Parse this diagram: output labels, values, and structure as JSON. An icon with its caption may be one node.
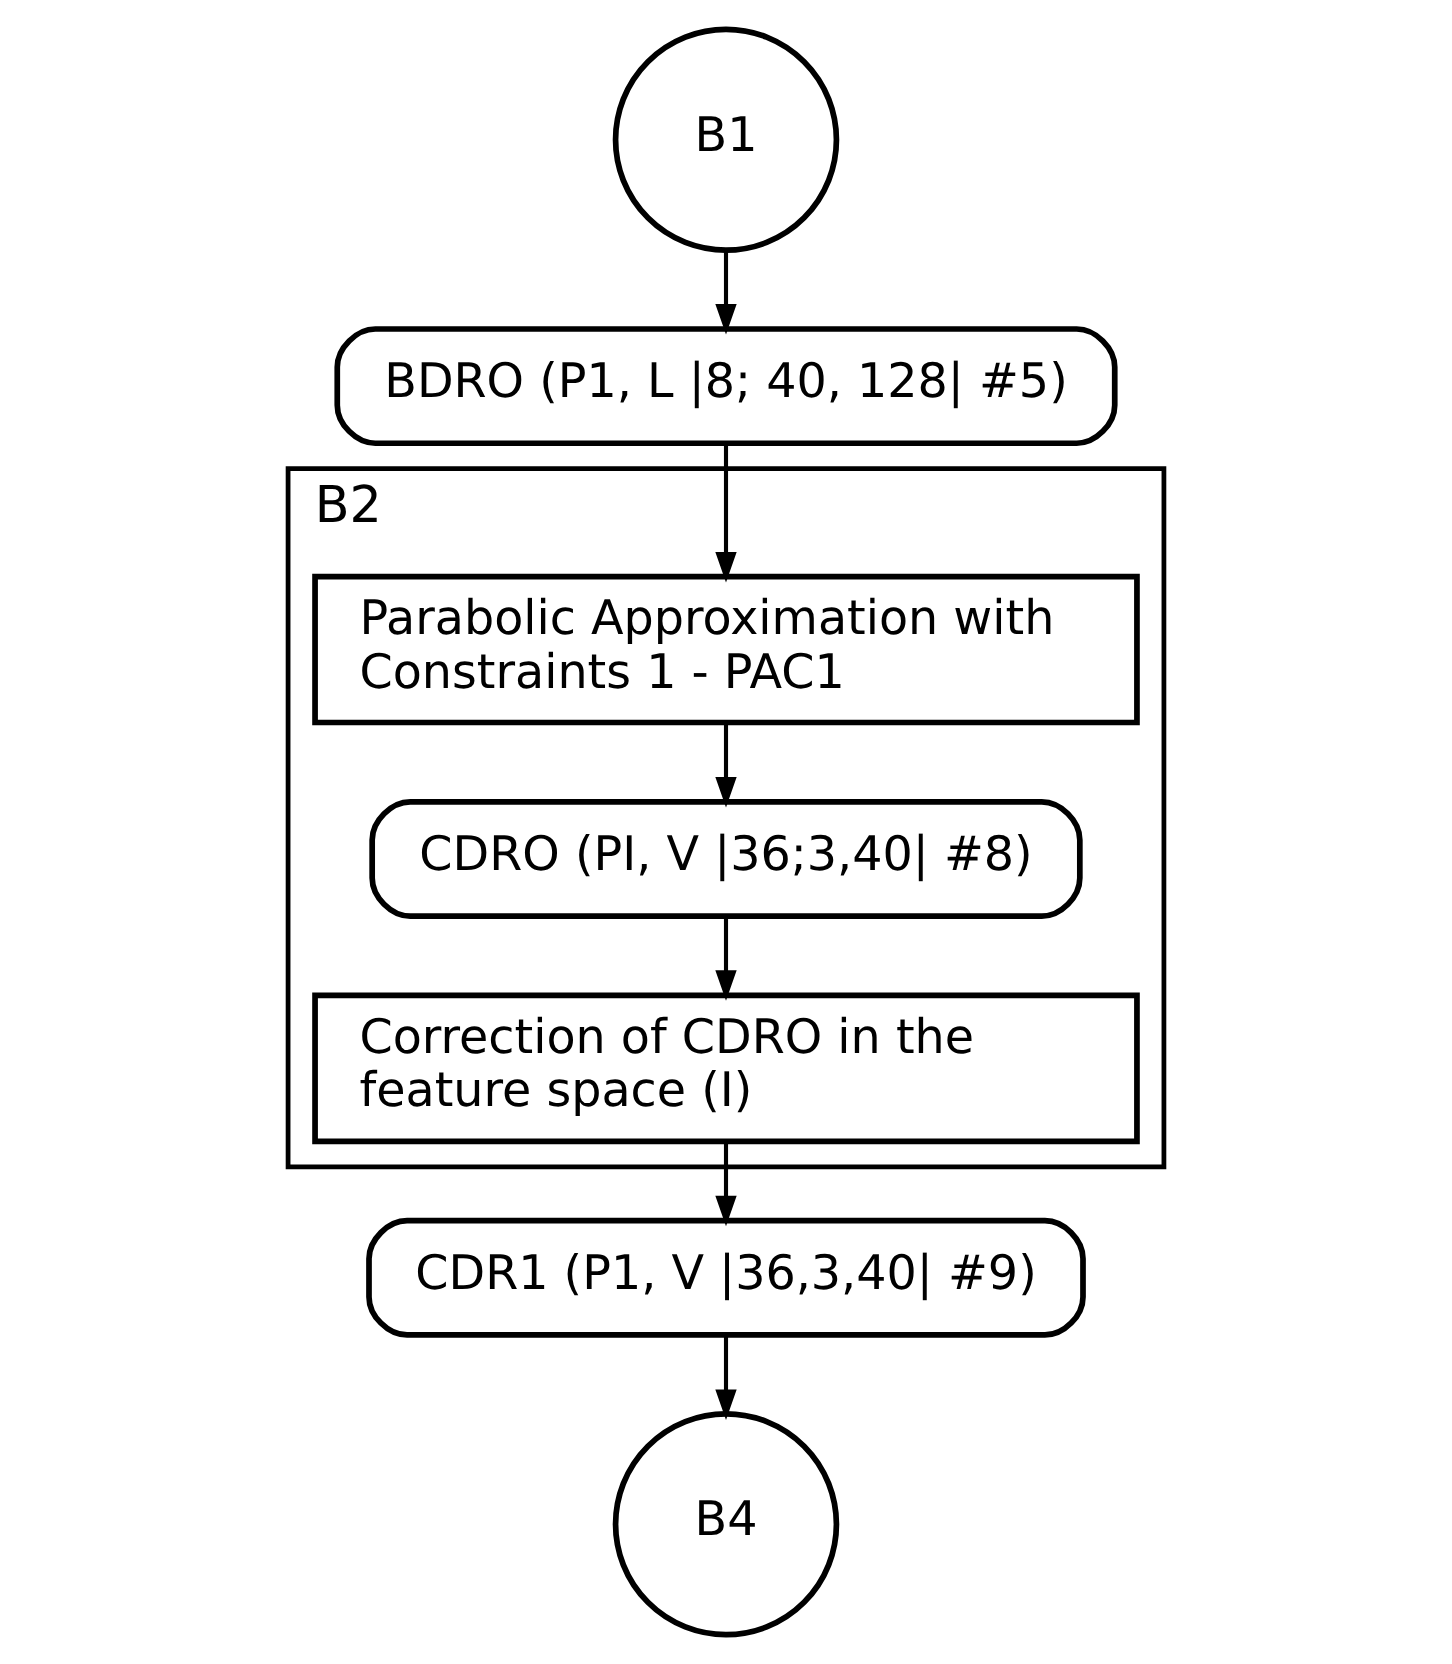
{
  "diagram": {
    "nodes": [
      {
        "text": [
          "B1"
        ]
      },
      {
        "text": [
          "BDRO (P1, L |8; 40, 128| #5)"
        ]
      },
      {
        "text": [
          "B2"
        ]
      },
      {
        "text": [
          "Parabolic Approximation with Constraints 1 - PAC1"
        ],
        "in": 2
      },
      {
        "text": [
          "CDRO (PI, V |36;3,40| #8)"
        ],
        "in": 2
      },
      {
        "text": [
          "Correction of CDRO in the feature space (I)"
        ],
        "in": 2
      },
      {
        "text": [
          "CDR1 (P1, V |36,3,40| #9)"
        ]
      },
      {
        "text": [
          "B4"
        ]
      }
    ],
    "edges": [
      {
        "from": 0,
        "to": 1,
        "arrow": "to"
      },
      {
        "from": 1,
        "to": 3,
        "arrow": "to"
      },
      {
        "from": 3,
        "to": 4,
        "arrow": "to"
      },
      {
        "from": 4,
        "to": 5,
        "arrow": "to"
      },
      {
        "from": 5,
        "to": 6,
        "arrow": "to"
      },
      {
        "from": 6,
        "to": 7,
        "arrow": "to"
      }
    ]
  }
}
